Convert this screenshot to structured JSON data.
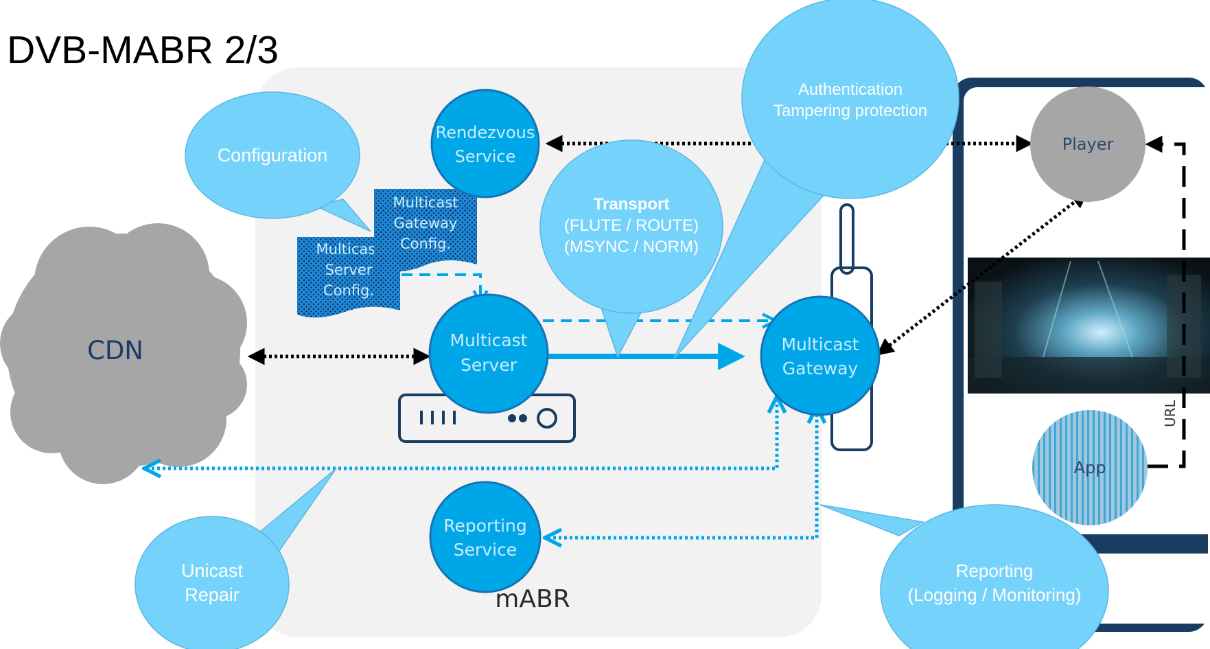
{
  "slide": {
    "title": "DVB-MABR 2/3"
  },
  "nodes": {
    "cdn": "CDN",
    "rendezvous": [
      "Rendezvous",
      "Service"
    ],
    "multicast_server": [
      "Multicast",
      "Server"
    ],
    "multicast_gateway": [
      "Multicast",
      "Gateway"
    ],
    "reporting_service": [
      "Reporting",
      "Service"
    ],
    "player": "Player",
    "app": "App",
    "mabr": "mABR"
  },
  "config_docs": {
    "gateway": [
      "Multicast",
      "Gateway",
      "Config."
    ],
    "server": [
      "Multicast",
      "Server",
      "Config."
    ]
  },
  "callouts": {
    "configuration": "Configuration",
    "transport_title": "Transport",
    "transport_lines": [
      "(FLUTE / ROUTE)",
      "(MSYNC / NORM)"
    ],
    "authentication": [
      "Authentication",
      "Tampering protection"
    ],
    "unicast_repair": [
      "Unicast",
      "Repair"
    ],
    "reporting": [
      "Reporting",
      "(Logging / Monitoring)"
    ]
  },
  "device": {
    "url_label": "URL"
  },
  "colors": {
    "bubble": "#75D2FB",
    "node": "#00A7E8",
    "node_stroke": "#1473B4",
    "dark_navy": "#193D61",
    "cloud": "#A6A6A6",
    "panel": "#F2F2F2"
  }
}
